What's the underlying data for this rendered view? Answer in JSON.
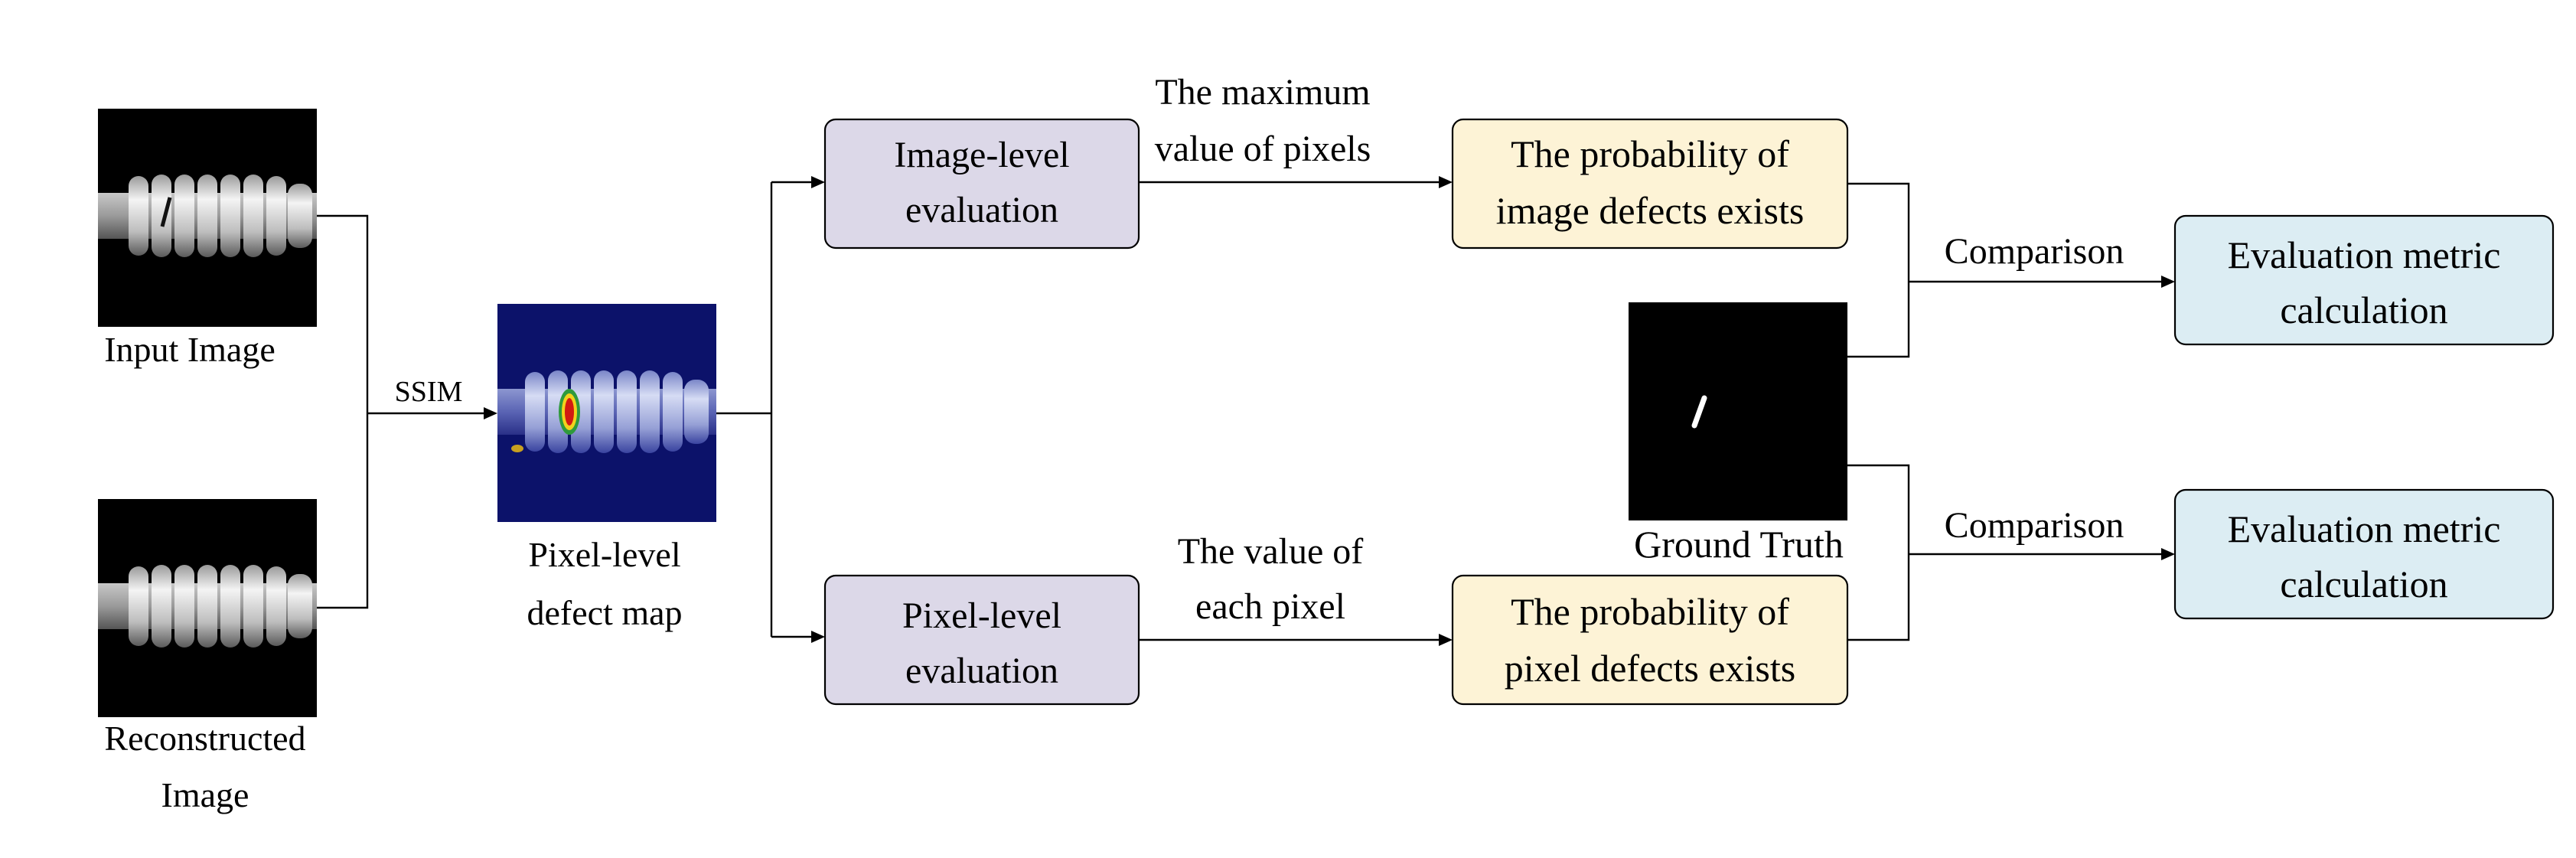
{
  "nodes": {
    "input_image": {
      "label": "Input Image"
    },
    "reconstructed_image": {
      "label_line1": "Reconstructed",
      "label_line2": "Image"
    },
    "ssim": {
      "label": "SSIM"
    },
    "defect_map": {
      "label_line1": "Pixel-level",
      "label_line2": "defect map"
    },
    "image_eval": {
      "line1": "Image-level",
      "line2": "evaluation",
      "fill": "#dcd8e8"
    },
    "pixel_eval": {
      "line1": "Pixel-level",
      "line2": "evaluation",
      "fill": "#dcd8e8"
    },
    "max_value": {
      "line1": "The maximum",
      "line2": "value of pixels"
    },
    "each_value": {
      "line1": "The value of",
      "line2": "each pixel"
    },
    "image_prob": {
      "line1": "The probability of",
      "line2": "image defects exists",
      "fill": "#fdf3d6"
    },
    "pixel_prob": {
      "line1": "The probability of",
      "line2": "pixel defects exists",
      "fill": "#fdf3d6"
    },
    "ground_truth": {
      "label": "Ground Truth"
    },
    "comparison_top": {
      "label": "Comparison"
    },
    "comparison_bottom": {
      "label": "Comparison"
    },
    "metric_top": {
      "line1": "Evaluation metric",
      "line2": "calculation",
      "fill": "#dcedf3"
    },
    "metric_bottom": {
      "line1": "Evaluation metric",
      "line2": "calculation",
      "fill": "#dcedf3"
    }
  }
}
